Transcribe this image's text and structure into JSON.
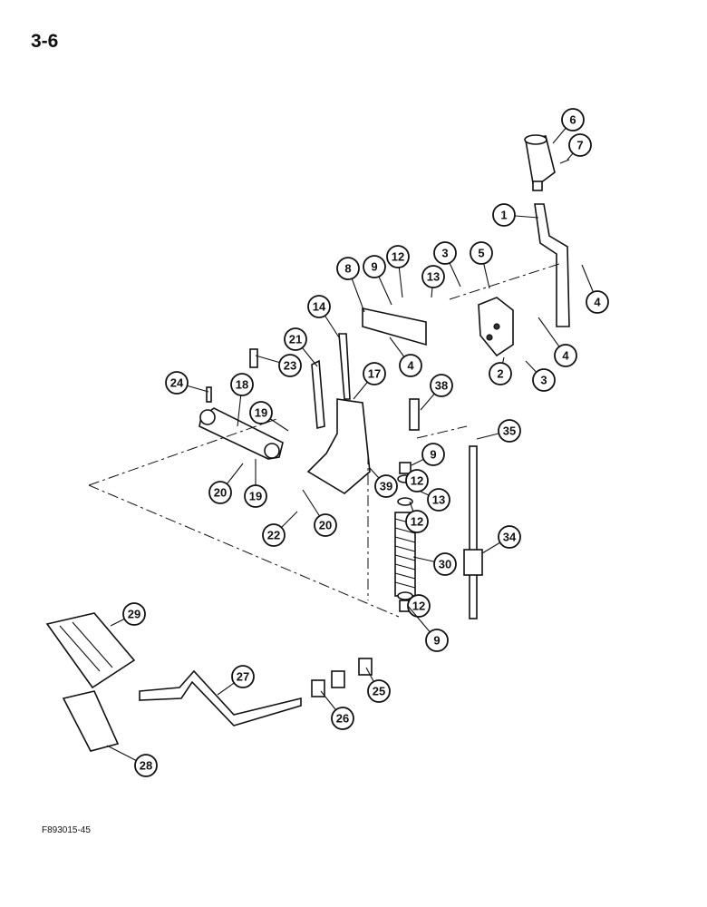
{
  "page": {
    "number": "3-6",
    "figure_code": "F893015-45"
  },
  "callouts": [
    {
      "label": "6"
    },
    {
      "label": "7"
    },
    {
      "label": "1"
    },
    {
      "label": "3"
    },
    {
      "label": "5"
    },
    {
      "label": "8"
    },
    {
      "label": "9"
    },
    {
      "label": "12"
    },
    {
      "label": "13"
    },
    {
      "label": "4"
    },
    {
      "label": "14"
    },
    {
      "label": "4"
    },
    {
      "label": "2"
    },
    {
      "label": "4"
    },
    {
      "label": "3"
    },
    {
      "label": "21"
    },
    {
      "label": "23"
    },
    {
      "label": "24"
    },
    {
      "label": "18"
    },
    {
      "label": "17"
    },
    {
      "label": "38"
    },
    {
      "label": "19"
    },
    {
      "label": "35"
    },
    {
      "label": "9"
    },
    {
      "label": "12"
    },
    {
      "label": "13"
    },
    {
      "label": "12"
    },
    {
      "label": "39"
    },
    {
      "label": "20"
    },
    {
      "label": "19"
    },
    {
      "label": "20"
    },
    {
      "label": "22"
    },
    {
      "label": "30"
    },
    {
      "label": "34"
    },
    {
      "label": "12"
    },
    {
      "label": "9"
    },
    {
      "label": "29"
    },
    {
      "label": "27"
    },
    {
      "label": "25"
    },
    {
      "label": "26"
    },
    {
      "label": "28"
    }
  ]
}
